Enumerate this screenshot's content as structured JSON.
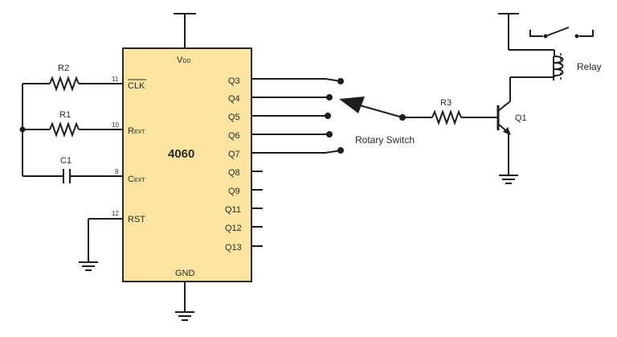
{
  "colors": {
    "chip_fill": "#fbe3a0",
    "chip_stroke": "#2a2a2a",
    "wire": "#1e1e1e",
    "text": "#2b2b2b"
  },
  "chip": {
    "name": "4060",
    "vdd_main": "V",
    "vdd_sub": "DD",
    "gnd": "GND",
    "clk": "CLK",
    "rext_main": "R",
    "rext_sub": "EXT",
    "cext_main": "C",
    "cext_sub": "EXT",
    "rst": "RST",
    "pin_numbers": {
      "clk": "11",
      "rext": "10",
      "cext": "9",
      "rst": "12"
    },
    "outputs": [
      "Q3",
      "Q4",
      "Q5",
      "Q6",
      "Q7",
      "Q8",
      "Q9",
      "Q11",
      "Q12",
      "Q13"
    ]
  },
  "components": {
    "r1": "R1",
    "r2": "R2",
    "r3": "R3",
    "c1": "C1",
    "q1": "Q1",
    "relay": "Relay",
    "rotary_switch": "Rotary Switch"
  },
  "icons": [
    "resistor-icon",
    "capacitor-icon",
    "ground-icon",
    "npn-transistor-icon",
    "relay-coil-icon",
    "switch-contact-icon"
  ]
}
